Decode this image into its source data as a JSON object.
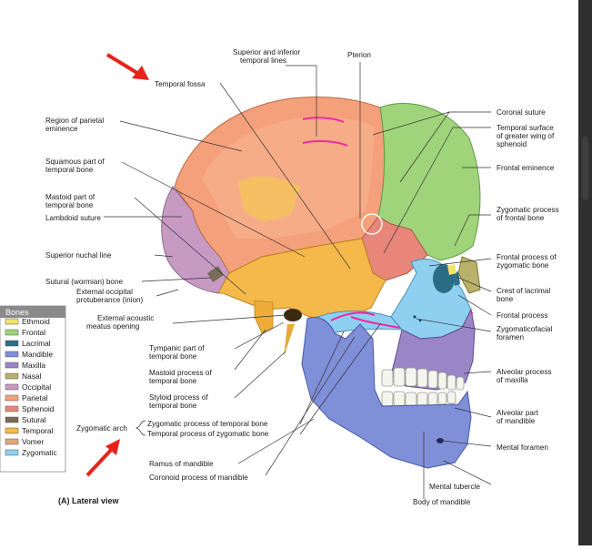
{
  "figure": {
    "caption": "(A) Lateral view"
  },
  "labels": {
    "superior_inferior_temporal_lines": [
      "Superior and inferior",
      "temporal lines"
    ],
    "pterion": "Pterion",
    "temporal_fossa": "Temporal fossa",
    "region_parietal_eminence": [
      "Region of parietal",
      "eminence"
    ],
    "squamous_part_temporal": [
      "Squamous part of",
      "temporal bone"
    ],
    "mastoid_part_temporal": [
      "Mastoid part of",
      "temporal bone"
    ],
    "lambdoid_suture": "Lambdoid suture",
    "superior_nuchal_line": "Superior nuchal line",
    "sutural_bone": "Sutural (wormian) bone",
    "external_occipital_protuberance": [
      "External occipital",
      "protuberance (inion)"
    ],
    "external_acoustic_meatus": [
      "External acoustic",
      "meatus opening"
    ],
    "tympanic_part": [
      "Tympanic part of",
      "temporal bone"
    ],
    "mastoid_process": [
      "Mastoid process of",
      "temporal bone"
    ],
    "styloid_process": [
      "Styloid process of",
      "temporal bone"
    ],
    "zygomatic_arch": "Zygomatic arch",
    "zygomatic_process_temporal": "Zygomatic process of temporal bone",
    "temporal_process_zygomatic": "Temporal process of zygomatic bone",
    "ramus_mandible": "Ramus of mandible",
    "coronoid_process": "Coronoid process of mandible",
    "coronal_suture": "Coronal suture",
    "temporal_surface_sphenoid": [
      "Temporal surface",
      "of greater wing of",
      "sphenoid"
    ],
    "frontal_eminence": "Frontal eminence",
    "zygomatic_process_frontal": [
      "Zygomatic process",
      "of frontal bone"
    ],
    "frontal_process_zygomatic": [
      "Frontal process of",
      "zygomatic bone"
    ],
    "crest_lacrimal": [
      "Crest of lacrimal",
      "bone"
    ],
    "frontal_process": "Frontal process",
    "zygomaticofacial_foramen": [
      "Zygomaticofacial",
      "foramen"
    ],
    "alveolar_process_maxilla": [
      "Alveolar process",
      "of maxilla"
    ],
    "alveolar_part_mandible": [
      "Alveolar part",
      "of mandible"
    ],
    "mental_foramen": "Mental foramen",
    "mental_tubercle": "Mental tubercle",
    "body_mandible": "Body of mandible"
  },
  "legend": {
    "title": "Bones",
    "items": [
      {
        "label": "Ethmoid",
        "color": "#f3e36a"
      },
      {
        "label": "Frontal",
        "color": "#9fd47a"
      },
      {
        "label": "Lacrimal",
        "color": "#2f6f8c"
      },
      {
        "label": "Mandible",
        "color": "#7f8fd8"
      },
      {
        "label": "Maxilla",
        "color": "#9a86c6"
      },
      {
        "label": "Nasal",
        "color": "#b8b26a"
      },
      {
        "label": "Occipital",
        "color": "#c79ac4"
      },
      {
        "label": "Parietal",
        "color": "#f4a07a"
      },
      {
        "label": "Sphenoid",
        "color": "#e8867a"
      },
      {
        "label": "Sutural",
        "color": "#7a6a5a"
      },
      {
        "label": "Temporal",
        "color": "#f4b94a"
      },
      {
        "label": "Vomer",
        "color": "#e0a878"
      },
      {
        "label": "Zygomatic",
        "color": "#8fd0f0"
      }
    ]
  },
  "colors": {
    "parietal": "#f4a07a",
    "frontal": "#9fd47a",
    "temporal": "#f4b94a",
    "occipital": "#c79ac4",
    "sphenoid": "#e8867a",
    "zygomatic": "#8fd0f0",
    "maxilla": "#9a86c6",
    "mandible": "#7f8fd8",
    "nasal": "#b8b26a",
    "annotation_red": "#e8231b",
    "annotation_magenta": "#ee2aa0"
  }
}
